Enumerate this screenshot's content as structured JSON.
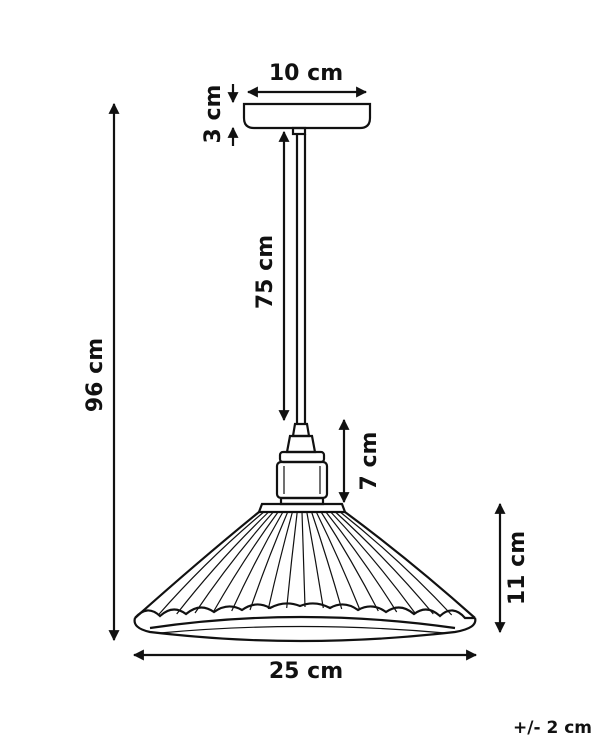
{
  "dimensions": {
    "canopy_width": "10 cm",
    "canopy_height": "3 cm",
    "cord_length": "75 cm",
    "total_height": "96 cm",
    "socket_height": "7 cm",
    "shade_height": "11 cm",
    "shade_width": "25 cm"
  },
  "tolerance": "+/- 2 cm",
  "icons": {
    "lamp": "pendant-lamp-drawing"
  }
}
